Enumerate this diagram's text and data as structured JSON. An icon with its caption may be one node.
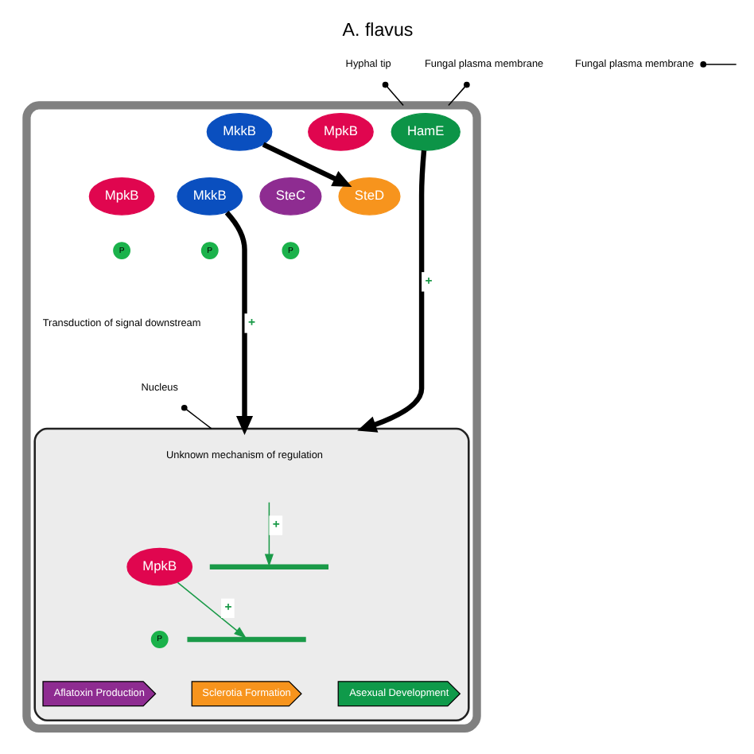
{
  "diagram": {
    "title": "A. flavus",
    "nodes": [
      {
        "text": [
          "Hyphal tip"
        ]
      },
      {
        "text": [],
        "shape": "box"
      },
      {
        "text": [
          "Fungal plasma membrane"
        ]
      },
      {
        "text": [
          "Fungal plasma membrane"
        ]
      },
      {
        "text": [
          "HamE"
        ],
        "in": 1
      },
      {
        "text": [
          "MkkB"
        ],
        "in": 1
      },
      {
        "text": [
          "MpkB"
        ],
        "in": 1
      },
      {
        "text": [
          "SteD"
        ],
        "in": 1
      },
      {
        "text": [
          "SteC"
        ],
        "in": 1
      },
      {
        "text": [
          "MkkB"
        ],
        "in": 1
      },
      {
        "text": [
          "MpkB"
        ],
        "in": 1
      },
      {
        "text": [
          "P"
        ],
        "in": 1
      },
      {
        "text": [
          "P"
        ],
        "in": 1
      },
      {
        "text": [
          "P"
        ],
        "in": 1
      },
      {
        "text": [
          "Transduction of signal downstream"
        ],
        "in": 1
      },
      {
        "text": [
          "Nucleus"
        ],
        "in": 1
      },
      {
        "text": [],
        "shape": "ellipse",
        "in": 1
      },
      {
        "text": [
          "Unknown mechanism of regulation"
        ],
        "in": 16
      },
      {
        "text": [
          "MpkB"
        ],
        "in": 16
      },
      {
        "text": [
          "P"
        ],
        "in": 16
      },
      {
        "text": [],
        "shape": "bar",
        "in": 16
      },
      {
        "text": [],
        "shape": "bar",
        "in": 16
      },
      {
        "text": [
          "Aflatoxin Production"
        ],
        "in": 16
      },
      {
        "text": [
          "Sclerotia Formation"
        ],
        "in": 16
      },
      {
        "text": [
          "Asexual Development"
        ],
        "in": 16
      }
    ],
    "edges": [
      {
        "from": 0,
        "to": 1,
        "arrow": "other"
      },
      {
        "from": 2,
        "to": 1,
        "arrow": "other"
      },
      {
        "from": 3,
        "to": null,
        "arrow": "other"
      },
      {
        "from": 4,
        "to": 16,
        "arrow": "to",
        "label": "+",
        "style": "thick"
      },
      {
        "from": 5,
        "to": 7,
        "arrow": "to",
        "style": "thick"
      },
      {
        "from": 9,
        "to": 16,
        "arrow": "to",
        "label": "+",
        "style": "thick"
      },
      {
        "from": 15,
        "to": 16,
        "arrow": "other"
      },
      {
        "from": null,
        "to": 20,
        "arrow": "to",
        "label": "+",
        "color": "#1a9a48"
      },
      {
        "from": 18,
        "to": 21,
        "arrow": "to",
        "label": "+",
        "color": "#1a9a48"
      }
    ]
  }
}
